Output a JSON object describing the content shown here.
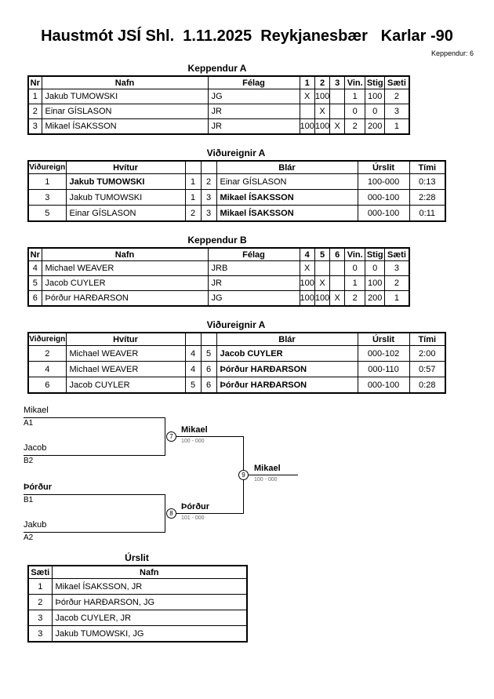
{
  "header": {
    "title": "Haustmót JSÍ Shl.  1.11.2025  Reykjanesbær   Karlar -90",
    "competitors": "Keppendur: 6"
  },
  "pool_a": {
    "title": "Keppendur A",
    "col_nr": "Nr",
    "col_name": "Nafn",
    "col_club": "Félag",
    "col_m1": "1",
    "col_m2": "2",
    "col_m3": "3",
    "col_wins": "Vin.",
    "col_points": "Stig",
    "col_place": "Sæti",
    "rows": [
      {
        "nr": "1",
        "name": "Jakub TUMOWSKI",
        "club": "JG",
        "m1": "X",
        "m2": "100",
        "m3": "",
        "wins": "1",
        "points": "100",
        "place": "2"
      },
      {
        "nr": "2",
        "name": "Einar GÍSLASON",
        "club": "JR",
        "m1": "",
        "m2": "X",
        "m3": "",
        "wins": "0",
        "points": "0",
        "place": "3"
      },
      {
        "nr": "3",
        "name": "Mikael ÍSAKSSON",
        "club": "JR",
        "m1": "100",
        "m2": "100",
        "m3": "X",
        "wins": "2",
        "points": "200",
        "place": "1"
      }
    ]
  },
  "matches_a": {
    "title": "Viðureignir A",
    "col_match": "Viðureign",
    "col_white": "Hvítur",
    "col_blue": "Blár",
    "col_result": "Úrslit",
    "col_time": "Tími",
    "rows": [
      {
        "nr": "1",
        "white": "Jakub TUMOWSKI",
        "wn": "1",
        "bn": "2",
        "blue": "Einar GÍSLASON",
        "result": "100-000",
        "time": "0:13"
      },
      {
        "nr": "3",
        "white": "Jakub TUMOWSKI",
        "wn": "1",
        "bn": "3",
        "blue": "Mikael ÍSAKSSON",
        "result": "000-100",
        "time": "2:28"
      },
      {
        "nr": "5",
        "white": "Einar GÍSLASON",
        "wn": "2",
        "bn": "3",
        "blue": "Mikael ÍSAKSSON",
        "result": "000-100",
        "time": "0:11"
      }
    ]
  },
  "pool_b": {
    "title": "Keppendur B",
    "col_nr": "Nr",
    "col_name": "Nafn",
    "col_club": "Félag",
    "col_m1": "4",
    "col_m2": "5",
    "col_m3": "6",
    "col_wins": "Vin.",
    "col_points": "Stig",
    "col_place": "Sæti",
    "rows": [
      {
        "nr": "4",
        "name": "Michael WEAVER",
        "club": "JRB",
        "m1": "X",
        "m2": "",
        "m3": "",
        "wins": "0",
        "points": "0",
        "place": "3"
      },
      {
        "nr": "5",
        "name": "Jacob CUYLER",
        "club": "JR",
        "m1": "100",
        "m2": "X",
        "m3": "",
        "wins": "1",
        "points": "100",
        "place": "2"
      },
      {
        "nr": "6",
        "name": "Þórður HARÐARSON",
        "club": "JG",
        "m1": "100",
        "m2": "100",
        "m3": "X",
        "wins": "2",
        "points": "200",
        "place": "1"
      }
    ]
  },
  "matches_b": {
    "title": "Viðureignir A",
    "col_match": "Viðureign",
    "col_white": "Hvítur",
    "col_blue": "Blár",
    "col_result": "Úrslit",
    "col_time": "Tími",
    "rows": [
      {
        "nr": "2",
        "white": "Michael WEAVER",
        "wn": "4",
        "bn": "5",
        "blue": "Jacob CUYLER",
        "result": "000-102",
        "time": "2:00"
      },
      {
        "nr": "4",
        "white": "Michael WEAVER",
        "wn": "4",
        "bn": "6",
        "blue": "Þórður HARÐARSON",
        "result": "000-110",
        "time": "0:57"
      },
      {
        "nr": "6",
        "white": "Jacob CUYLER",
        "wn": "5",
        "bn": "6",
        "blue": "Þórður HARÐARSON",
        "result": "000-100",
        "time": "0:28"
      }
    ]
  },
  "bracket": {
    "s1_top": "Mikael",
    "s1_top_seed": "A1",
    "s1_bot": "Jacob",
    "s1_bot_seed": "B2",
    "s1_node": "7",
    "s1_winner": "Mikael",
    "s1_score": "100 - 000",
    "s2_top": "Þórður",
    "s2_top_seed": "B1",
    "s2_bot": "Jakub",
    "s2_bot_seed": "A2",
    "s2_node": "8",
    "s2_winner": "Þórður",
    "s2_score": "101 - 000",
    "f_node": "9",
    "f_winner": "Mikael",
    "f_score": "100 - 000"
  },
  "results": {
    "title": "Úrslit",
    "col_place": "Sæti",
    "col_name": "Nafn",
    "rows": [
      {
        "place": "1",
        "name": "Mikael ÍSAKSSON, JR"
      },
      {
        "place": "2",
        "name": "Þórður HARÐARSON, JG"
      },
      {
        "place": "3",
        "name": "Jacob CUYLER, JR"
      },
      {
        "place": "3",
        "name": "Jakub TUMOWSKI, JG"
      }
    ]
  }
}
